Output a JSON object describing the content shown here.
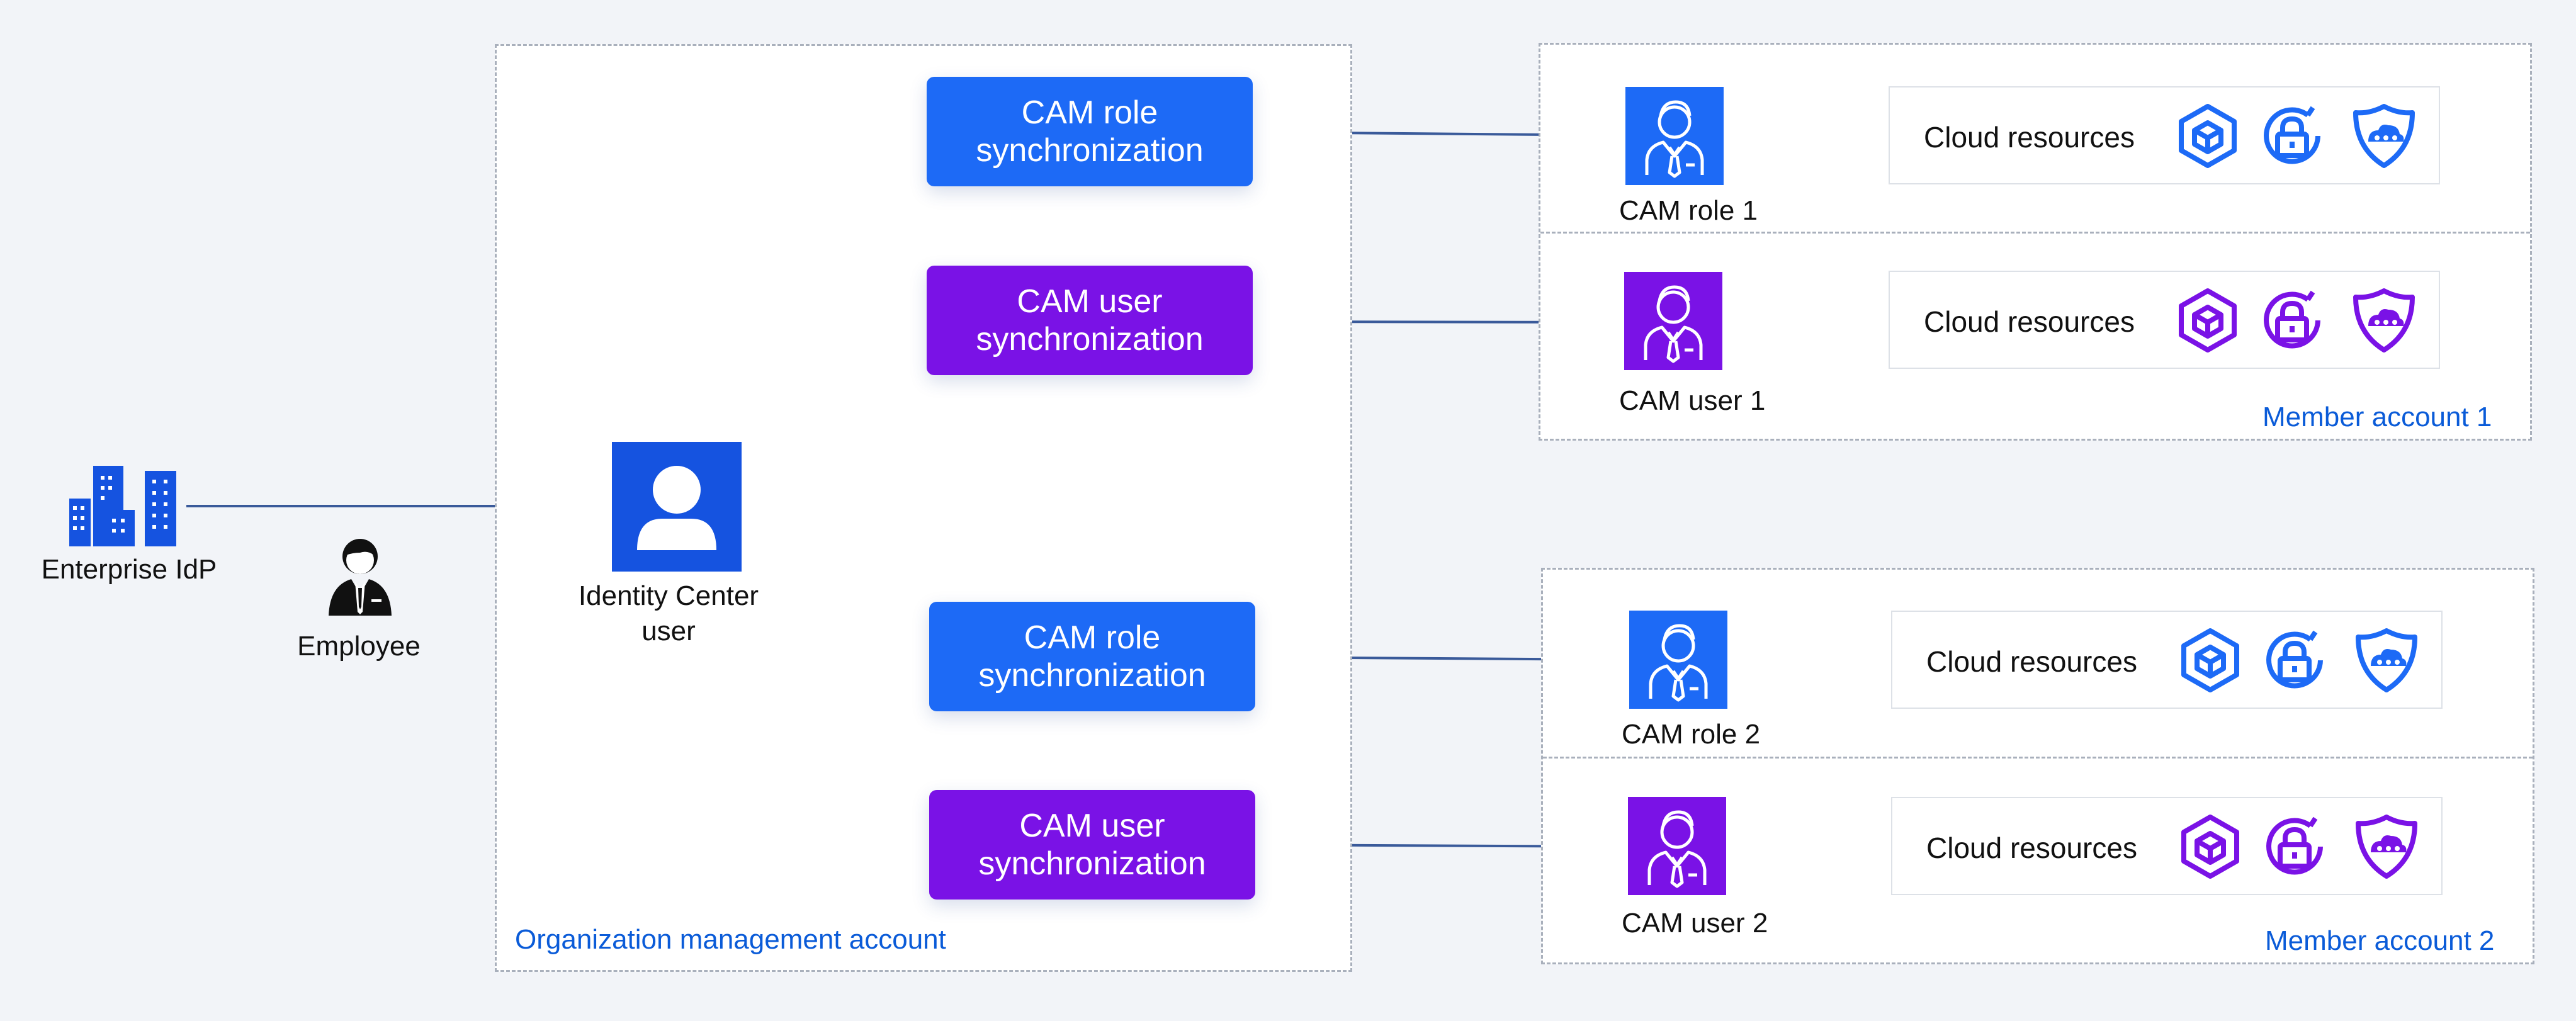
{
  "colors": {
    "blue": "#1d6af6",
    "purple": "#7a12e6",
    "accent_text": "#0a5bd8",
    "connector": "#3a5a9a"
  },
  "enterprise_idp": {
    "label": "Enterprise IdP",
    "icon": "building-icon"
  },
  "employee": {
    "label": "Employee",
    "icon": "employee-icon"
  },
  "identity_center": {
    "label_line1": "Identity Center",
    "label_line2": "user",
    "icon": "user-icon"
  },
  "org_account": {
    "label": "Organization management account"
  },
  "sync_boxes": [
    {
      "line1": "CAM role",
      "line2": "synchronization",
      "kind": "role"
    },
    {
      "line1": "CAM user",
      "line2": "synchronization",
      "kind": "user"
    },
    {
      "line1": "CAM role",
      "line2": "synchronization",
      "kind": "role"
    },
    {
      "line1": "CAM user",
      "line2": "synchronization",
      "kind": "user"
    }
  ],
  "member_accounts": [
    {
      "label": "Member account 1",
      "entries": [
        {
          "name": "CAM role 1",
          "kind": "role",
          "resources_label": "Cloud resources",
          "resource_icons": [
            "cube-icon",
            "lock-icon",
            "shield-icon"
          ]
        },
        {
          "name": "CAM user 1",
          "kind": "user",
          "resources_label": "Cloud resources",
          "resource_icons": [
            "cube-icon",
            "lock-icon",
            "shield-icon"
          ]
        }
      ]
    },
    {
      "label": "Member account 2",
      "entries": [
        {
          "name": "CAM role 2",
          "kind": "role",
          "resources_label": "Cloud resources",
          "resource_icons": [
            "cube-icon",
            "lock-icon",
            "shield-icon"
          ]
        },
        {
          "name": "CAM user 2",
          "kind": "user",
          "resources_label": "Cloud resources",
          "resource_icons": [
            "cube-icon",
            "lock-icon",
            "shield-icon"
          ]
        }
      ]
    }
  ]
}
